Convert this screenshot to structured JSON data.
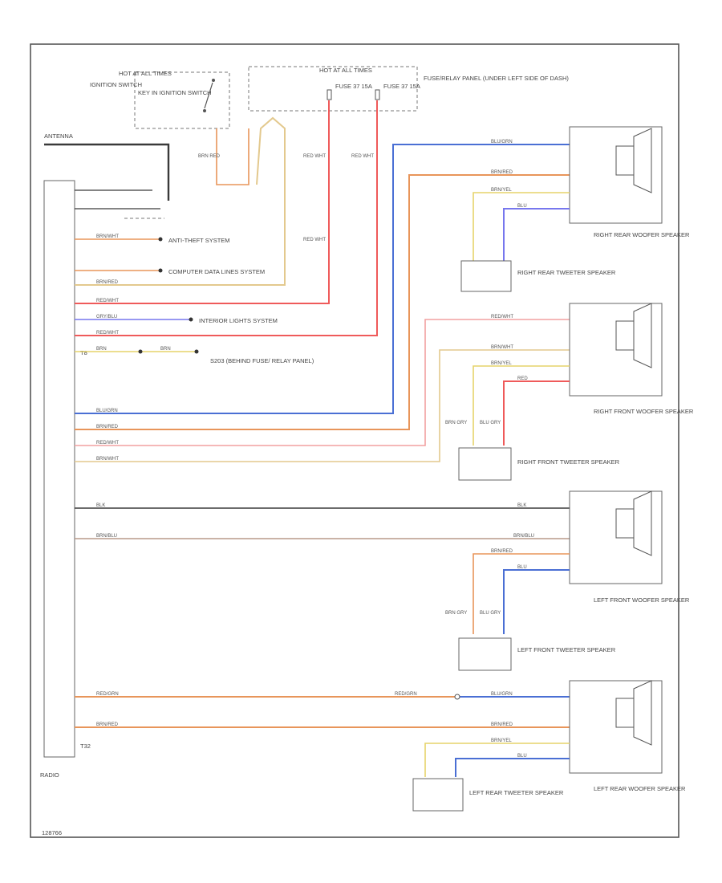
{
  "colors": {
    "black": "#3a3a3a",
    "blue": "#4a6fd4",
    "orange": "#e8955a",
    "tan": "#e3c98e",
    "red": "#ef5a5a",
    "pink": "#f2a0a0",
    "gray": "#8a8a8a",
    "purple": "#7777ee",
    "brown_blue": "#b89a8a",
    "yellow": "#e6d36a"
  },
  "labels": {
    "ignition_switch": "IGNITION SWITCH",
    "ignition_switch_short": "IGNITION SWITCH",
    "key_in_ignition": "KEY IN IGNITION SWITCH",
    "hot_at_all_times_left": "HOT AT ALL TIMES",
    "hot_at_all_times_right": "HOT AT ALL TIMES",
    "fuse_37": "FUSE 37 15A",
    "fuse_37b": "FUSE 37 15A",
    "fuse_relay_panel": "FUSE/RELAY PANEL (UNDER LEFT SIDE OF DASH)",
    "antenna": "ANTENNA",
    "anti_theft": "ANTI-THEFT SYSTEM",
    "computer_data": "COMPUTER DATA LINES SYSTEM",
    "interior_lights": "INTERIOR LIGHTS SYSTEM",
    "s203": "S203 (BEHIND FUSE/ RELAY PANEL)",
    "t8": "T8",
    "t32": "T32",
    "radio": "RADIO",
    "right_rear_woofer": "RIGHT REAR WOOFER SPEAKER",
    "right_rear_tweeter": "RIGHT REAR TWEETER SPEAKER",
    "right_front_woofer": "RIGHT FRONT WOOFER SPEAKER",
    "right_front_tweeter": "RIGHT FRONT TWEETER SPEAKER",
    "left_front_woofer": "LEFT FRONT WOOFER SPEAKER",
    "left_front_tweeter": "LEFT FRONT TWEETER SPEAKER",
    "left_rear_woofer": "LEFT REAR WOOFER SPEAKER",
    "left_rear_tweeter": "LEFT REAR TWEETER SPEAKER",
    "footer_code": "128766"
  },
  "wire_labels": {
    "blk": "BLK",
    "red_wht": "RED/WHT",
    "brn_wht": "BRN/WHT",
    "brn_red": "BRN/RED",
    "gry_blu": "GRY/BLU",
    "brn": "BRN",
    "blu_grn": "BLU/GRN",
    "brn_yel": "BRN/YEL",
    "blu": "BLU",
    "red": "RED",
    "brn_blu": "BRN/BLU",
    "red_grn": "RED/GRN",
    "brn_red_v": "BRN RED",
    "red_wht_v": "RED WHT",
    "brn_gry": "BRN GRY",
    "blu_gry": "BLU GRY"
  }
}
